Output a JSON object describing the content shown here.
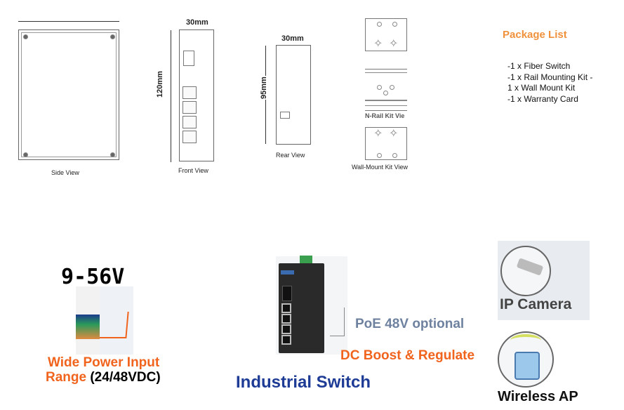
{
  "drawings": {
    "side_view_label": "Side View",
    "front_view_label": "Front View",
    "front_width": "30mm",
    "front_height": "120mm",
    "rear_view_label": "Rear View",
    "rear_width": "30mm",
    "rear_height": "95mm",
    "din_rail_label": "N-Rail Kit Vie",
    "wall_mount_label": "Wall-Mount Kit View"
  },
  "package_list": {
    "title": "Package List",
    "items": [
      "-1 x Fiber Switch",
      "-1 x Rail Mounting Kit -",
      "1 x Wall Mount Kit",
      "-1 x Warranty Card"
    ]
  },
  "features": {
    "voltage": "9-56V",
    "power_line1": "Wide Power Input",
    "power_range_word": "Range",
    "power_range_value": "(24/48VDC)",
    "poe": "PoE 48V optional",
    "dc_boost": "DC Boost & Regulate",
    "product": "Industrial Switch",
    "ip_camera": "IP Camera",
    "wireless_ap": "Wireless AP"
  },
  "colors": {
    "orange": "#f0641e",
    "package_title": "#f0913c",
    "navy": "#1e3c96",
    "poe_grey": "#6e82a0"
  }
}
